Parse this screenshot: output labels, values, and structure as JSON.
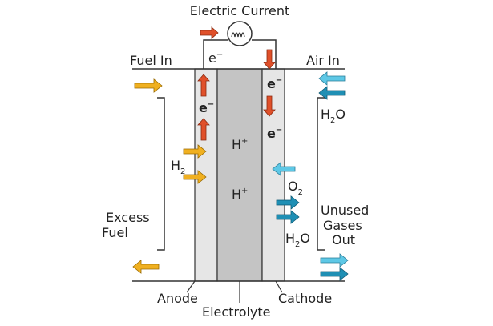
{
  "labels": {
    "electric_current": "Electric Current",
    "fuel_in": "Fuel In",
    "air_in": "Air In",
    "h2o_top": "H",
    "h2o_top_sub": "2",
    "h2o_top_o": "O",
    "h2": "H",
    "h2_sub": "2",
    "o2": "O",
    "o2_sub": "2",
    "h_plus_1": "H",
    "h_plus_1_sup": "+",
    "h_plus_2": "H",
    "h_plus_2_sup": "+",
    "excess_fuel_1": "Excess",
    "excess_fuel_2": "Fuel",
    "unused_1": "Unused",
    "unused_2": "Gases",
    "unused_3": "Out",
    "h2o_bottom": "H",
    "h2o_bottom_sub": "2",
    "h2o_bottom_o": "O",
    "anode": "Anode",
    "electrolyte": "Electrolyte",
    "cathode": "Cathode",
    "e_circuit": "e",
    "e_circuit_sup": "−",
    "e_anode": "e",
    "e_anode_sup": "−",
    "e_cathode_1": "e",
    "e_cathode_1_sup": "−",
    "e_cathode_2": "e",
    "e_cathode_2_sup": "−"
  },
  "colors": {
    "electron_arrow": "#e0502a",
    "fuel_arrow": "#f0b020",
    "air_arrow": "#5ec8e6",
    "air_arrow_dark": "#1f8fb4",
    "electrode": "#e6e6e6",
    "electrolyte": "#c4c4c4",
    "line": "#333333"
  },
  "icons": {
    "resistor": "resistor-coil-icon"
  }
}
